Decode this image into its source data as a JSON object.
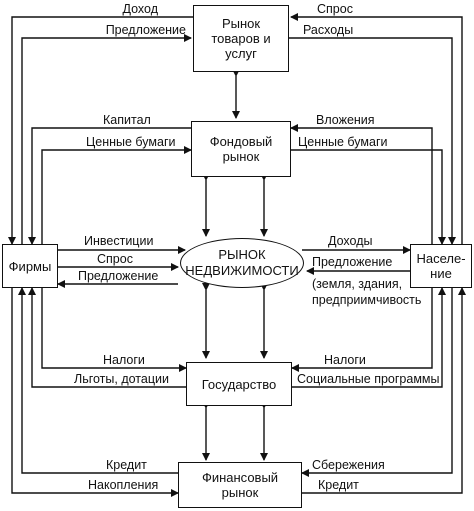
{
  "nodes": {
    "goods_market": "Рынок товаров и услуг",
    "stock_market": "Фондовый рынок",
    "firms": "Фирмы",
    "real_estate": "РЫНОК НЕДВИЖИМОСТИ",
    "population": "Населе- ние",
    "state": "Государство",
    "financial_market": "Финансовый рынок"
  },
  "labels": {
    "income_top": "Доход",
    "supply_top": "Предложение",
    "demand_top": "Спрос",
    "expenses_top": "Расходы",
    "capital": "Капитал",
    "securities_left": "Ценные бумаги",
    "investments_right": "Вложения",
    "securities_right": "Ценные бумаги",
    "investments_left": "Инвестиции",
    "demand_left": "Спрос",
    "supply_left": "Предложение",
    "incomes_right": "Доходы",
    "supply_right": "Предложение",
    "supply_detail_1": "(земля, здания,",
    "supply_detail_2": "предприимчивость",
    "taxes_left": "Налоги",
    "benefits": "Льготы, дотации",
    "taxes_right": "Налоги",
    "social_programs": "Социальные программы",
    "credit_left": "Кредит",
    "savings_left": "Накопления",
    "savings_right": "Сбережения",
    "credit_right": "Кредит"
  }
}
